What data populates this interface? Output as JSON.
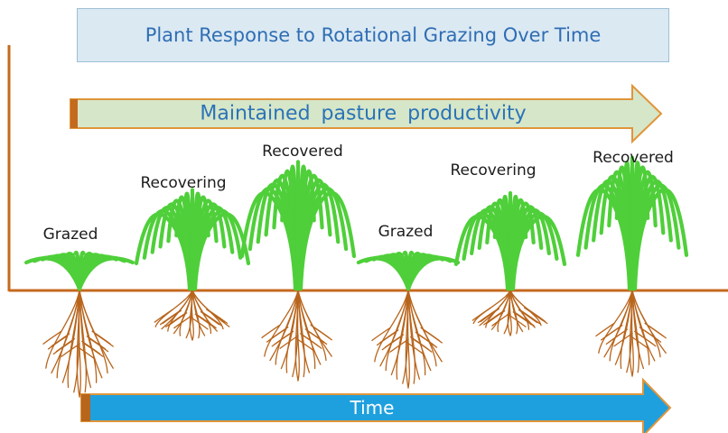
{
  "title": "Plant Response to Rotational Grazing Over Time",
  "productivity_arrow": {
    "label": "Maintained  pasture  productivity"
  },
  "time_arrow": {
    "label": "Time"
  },
  "stages": [
    {
      "label": "Grazed",
      "state": "grazed"
    },
    {
      "label": "Recovering",
      "state": "recovering"
    },
    {
      "label": "Recovered",
      "state": "recovered"
    },
    {
      "label": "Grazed",
      "state": "grazed"
    },
    {
      "label": "Recovering",
      "state": "recovering"
    },
    {
      "label": "Recovered",
      "state": "recovered"
    }
  ],
  "colors": {
    "ground": "#c46a1e",
    "roots": "#b8651c",
    "grass": "#4fcf3a",
    "productivity_arrow_fill": "#d6e6c8",
    "productivity_arrow_stroke": "#e0953a",
    "time_arrow_fill": "#1ea0de",
    "time_arrow_stroke": "#e0953a"
  }
}
